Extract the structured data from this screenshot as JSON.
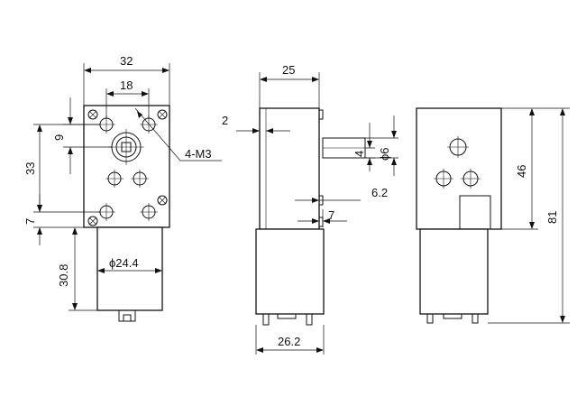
{
  "dimensions": {
    "left_width": "32",
    "left_hole_spacing": "18",
    "left_top_offset": "9",
    "left_height": "33",
    "left_bottom_offset": "7",
    "left_motor_length": "30.8",
    "motor_diameter": "ϕ24.4",
    "thread_callout": "4-M3",
    "middle_depth": "25",
    "flange_thickness": "2",
    "shaft_flat": "4",
    "shaft_diameter": "ϕ6",
    "shaft_length": "6.2",
    "shaft_offset": "7",
    "motor_width": "26.2",
    "right_gearbox_height": "46",
    "right_total_height": "81"
  }
}
